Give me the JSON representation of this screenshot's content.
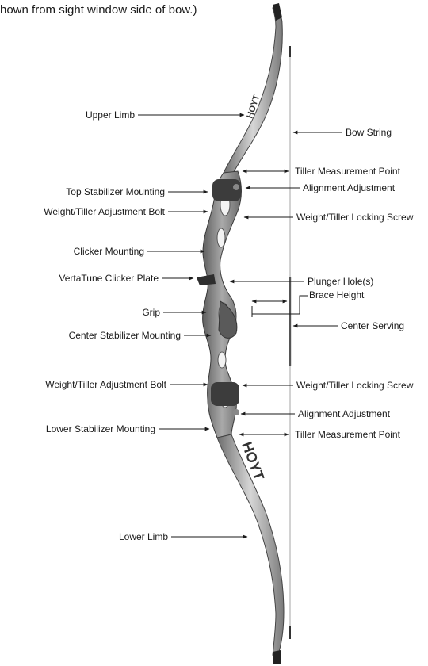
{
  "header": "hown from sight window side of bow.)",
  "limb_text": {
    "upper": "HOYT",
    "lower": "HOYT"
  },
  "labels": {
    "upper_limb": "Upper Limb",
    "bow_string": "Bow String",
    "tiller_point_top": "Tiller Measurement Point",
    "alignment_top": "Alignment Adjustment",
    "top_stabilizer": "Top Stabilizer Mounting",
    "weight_bolt_top": "Weight/Tiller Adjustment Bolt",
    "locking_screw_top": "Weight/Tiller Locking Screw",
    "clicker_mounting": "Clicker Mounting",
    "clicker_plate": "VertaTune Clicker Plate",
    "plunger_holes": "Plunger Hole(s)",
    "brace_height": "Brace Height",
    "grip": "Grip",
    "center_serving": "Center Serving",
    "center_stabilizer": "Center Stabilizer Mounting",
    "weight_bolt_bottom": "Weight/Tiller Adjustment Bolt",
    "locking_screw_bottom": "Weight/Tiller Locking Screw",
    "alignment_bottom": "Alignment Adjustment",
    "lower_stabilizer": "Lower Stabilizer Mounting",
    "tiller_point_bottom": "Tiller Measurement Point",
    "lower_limb": "Lower Limb"
  },
  "colors": {
    "riser": "#8f8f8f",
    "riser_dark": "#4a4a4a",
    "limb": "#bdbdbd",
    "string": "#9a9a9a",
    "serving": "#555555"
  }
}
